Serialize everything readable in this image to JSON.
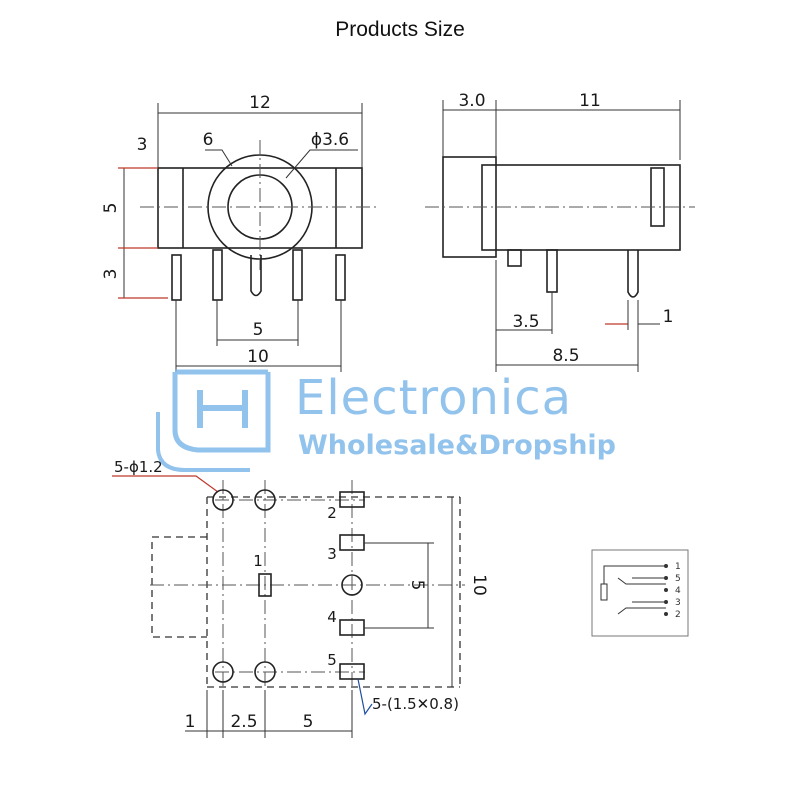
{
  "title": "Products Size",
  "front_view": {
    "width": "12",
    "left_top": "3",
    "ring": "6",
    "hole": "ϕ3.6",
    "height": "5",
    "pin_len": "3",
    "pitch_inner": "5",
    "pitch_outer": "10"
  },
  "side_view": {
    "front": "3.0",
    "body": "11",
    "pin_a": "3.5",
    "pin_b": "1",
    "pin_total": "8.5"
  },
  "footprint": {
    "holes": "5-ϕ1.2",
    "pads": "5-(1.5✕0.8)",
    "pin_labels": [
      "1",
      "2",
      "3",
      "4",
      "5"
    ],
    "dim_vertical_inner": "5",
    "dim_vertical_outer": "10",
    "dim_bottom": [
      "1",
      "2.5",
      "5"
    ]
  },
  "schematic": {
    "pins": [
      "1",
      "5",
      "4",
      "3",
      "2"
    ]
  },
  "watermark": {
    "brand": "Electronica",
    "tagline": "Wholesale&Dropship",
    "color": "#7fb9ea"
  }
}
